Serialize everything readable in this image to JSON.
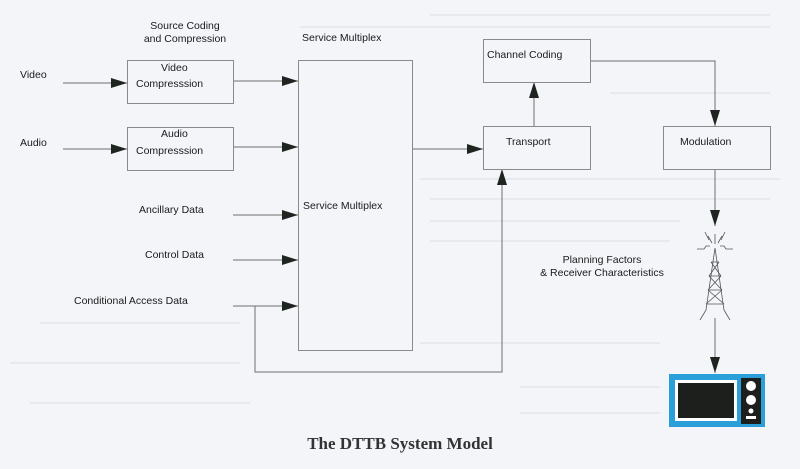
{
  "diagram": {
    "caption": "The DTTB System Model",
    "headers": {
      "source_coding": [
        "Source Coding",
        "and Compression"
      ],
      "service_multiplex": "Service Multiplex"
    },
    "inputs": {
      "video": "Video",
      "audio": "Audio",
      "ancillary": "Ancillary Data",
      "control": "Control Data",
      "conditional_access": "Conditional Access Data"
    },
    "blocks": {
      "video_compression": [
        "Video",
        "Compresssion"
      ],
      "audio_compression": [
        "Audio",
        "Compresssion"
      ],
      "service_multiplex": "Service Multiplex",
      "transport": "Transport",
      "channel_coding": "Channel Coding",
      "modulation": "Modulation"
    },
    "planning_note": [
      "Planning Factors",
      "& Receiver Characteristics"
    ],
    "icons": {
      "transmitter": "broadcast-tower-icon",
      "receiver": "television-icon"
    },
    "colors": {
      "tv_body": "#2b9fd9",
      "tv_screen": "#1c1f1c",
      "line": "#6e6e6e",
      "arrowhead": "#1e2420"
    },
    "connections": [
      {
        "from": "Video",
        "to": "Video Compresssion"
      },
      {
        "from": "Audio",
        "to": "Audio Compresssion"
      },
      {
        "from": "Video Compresssion",
        "to": "Service Multiplex"
      },
      {
        "from": "Audio Compresssion",
        "to": "Service Multiplex"
      },
      {
        "from": "Ancillary Data",
        "to": "Service Multiplex"
      },
      {
        "from": "Control Data",
        "to": "Service Multiplex"
      },
      {
        "from": "Conditional Access Data",
        "to": "Service Multiplex"
      },
      {
        "from": "Conditional Access Data",
        "to": "Transport"
      },
      {
        "from": "Service Multiplex",
        "to": "Transport"
      },
      {
        "from": "Transport",
        "to": "Channel Coding"
      },
      {
        "from": "Channel Coding",
        "to": "Modulation"
      },
      {
        "from": "Modulation",
        "to": "Transmitter"
      },
      {
        "from": "Transmitter",
        "to": "Receiver"
      }
    ]
  }
}
